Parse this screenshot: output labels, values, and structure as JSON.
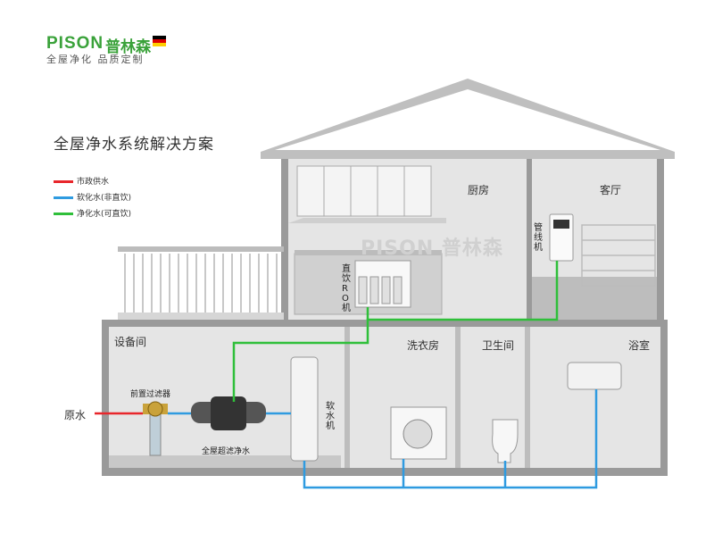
{
  "brand": {
    "logo_text": "PISON",
    "name_cn": "普林森",
    "slogan": "全屋净化  品质定制",
    "watermark": "PISON 普林森"
  },
  "title": "全屋净水系统解决方案",
  "legend": [
    {
      "label": "市政供水",
      "color": "#e8262b"
    },
    {
      "label": "软化水(非直饮)",
      "color": "#2f9be0"
    },
    {
      "label": "净化水(可直饮)",
      "color": "#2fbf3a"
    }
  ],
  "rooms": {
    "kitchen": "厨房",
    "living": "客厅",
    "equipment": "设备间",
    "laundry": "洗衣房",
    "toilet": "卫生间",
    "bathroom": "浴室"
  },
  "devices": {
    "raw_water": "原水",
    "prefilter": "前置过滤器",
    "ultrafilter": "全屋超滤净水",
    "softener": "软水机",
    "ro": "直饮RO机",
    "pipeline": "管线机"
  }
}
